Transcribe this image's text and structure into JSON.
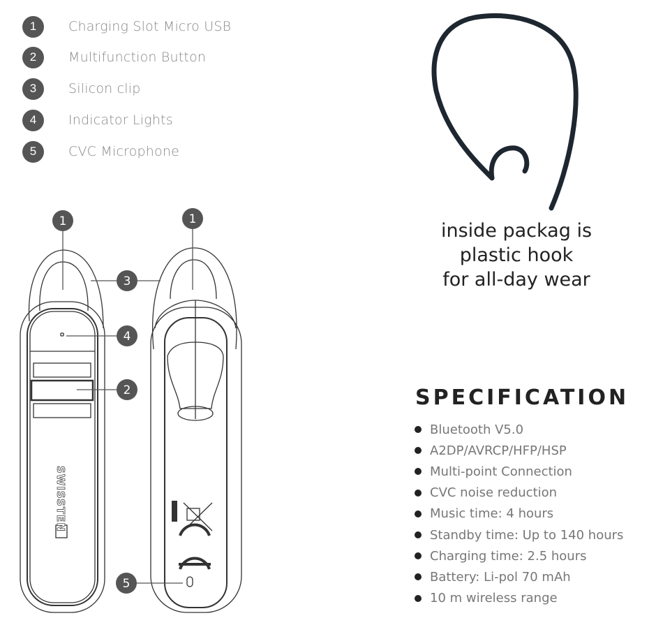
{
  "legend": [
    {
      "number": "1",
      "label": "Charging Slot Micro USB"
    },
    {
      "number": "2",
      "label": "Multifunction Button"
    },
    {
      "number": "3",
      "label": "Silicon clip"
    },
    {
      "number": "4",
      "label": "Indicator Lights"
    },
    {
      "number": "5",
      "label": "CVC Microphone"
    }
  ],
  "diagram": {
    "brand_logo": "SWISSTEN",
    "callouts": {
      "front_usb": "1",
      "back_usb": "1",
      "clip": "3",
      "lights": "4",
      "button": "2",
      "mic": "5"
    }
  },
  "hook_caption": [
    "inside packag is",
    "plastic hook",
    "for all-day wear"
  ],
  "specification": {
    "title": "SPECIFICATION",
    "items": [
      "Bluetooth V5.0",
      "A2DP/AVRCP/HFP/HSP",
      "Multi-point Connection",
      "CVC noise reduction",
      "Music time: 4 hours",
      "Standby time: Up to 140 hours",
      "Charging time: 2.5 hours",
      "Battery: Li-pol 70 mAh",
      "10 m wireless range"
    ]
  },
  "colors": {
    "badge": "#555555",
    "text_gray": "#888888",
    "hook": "#1e2730"
  }
}
